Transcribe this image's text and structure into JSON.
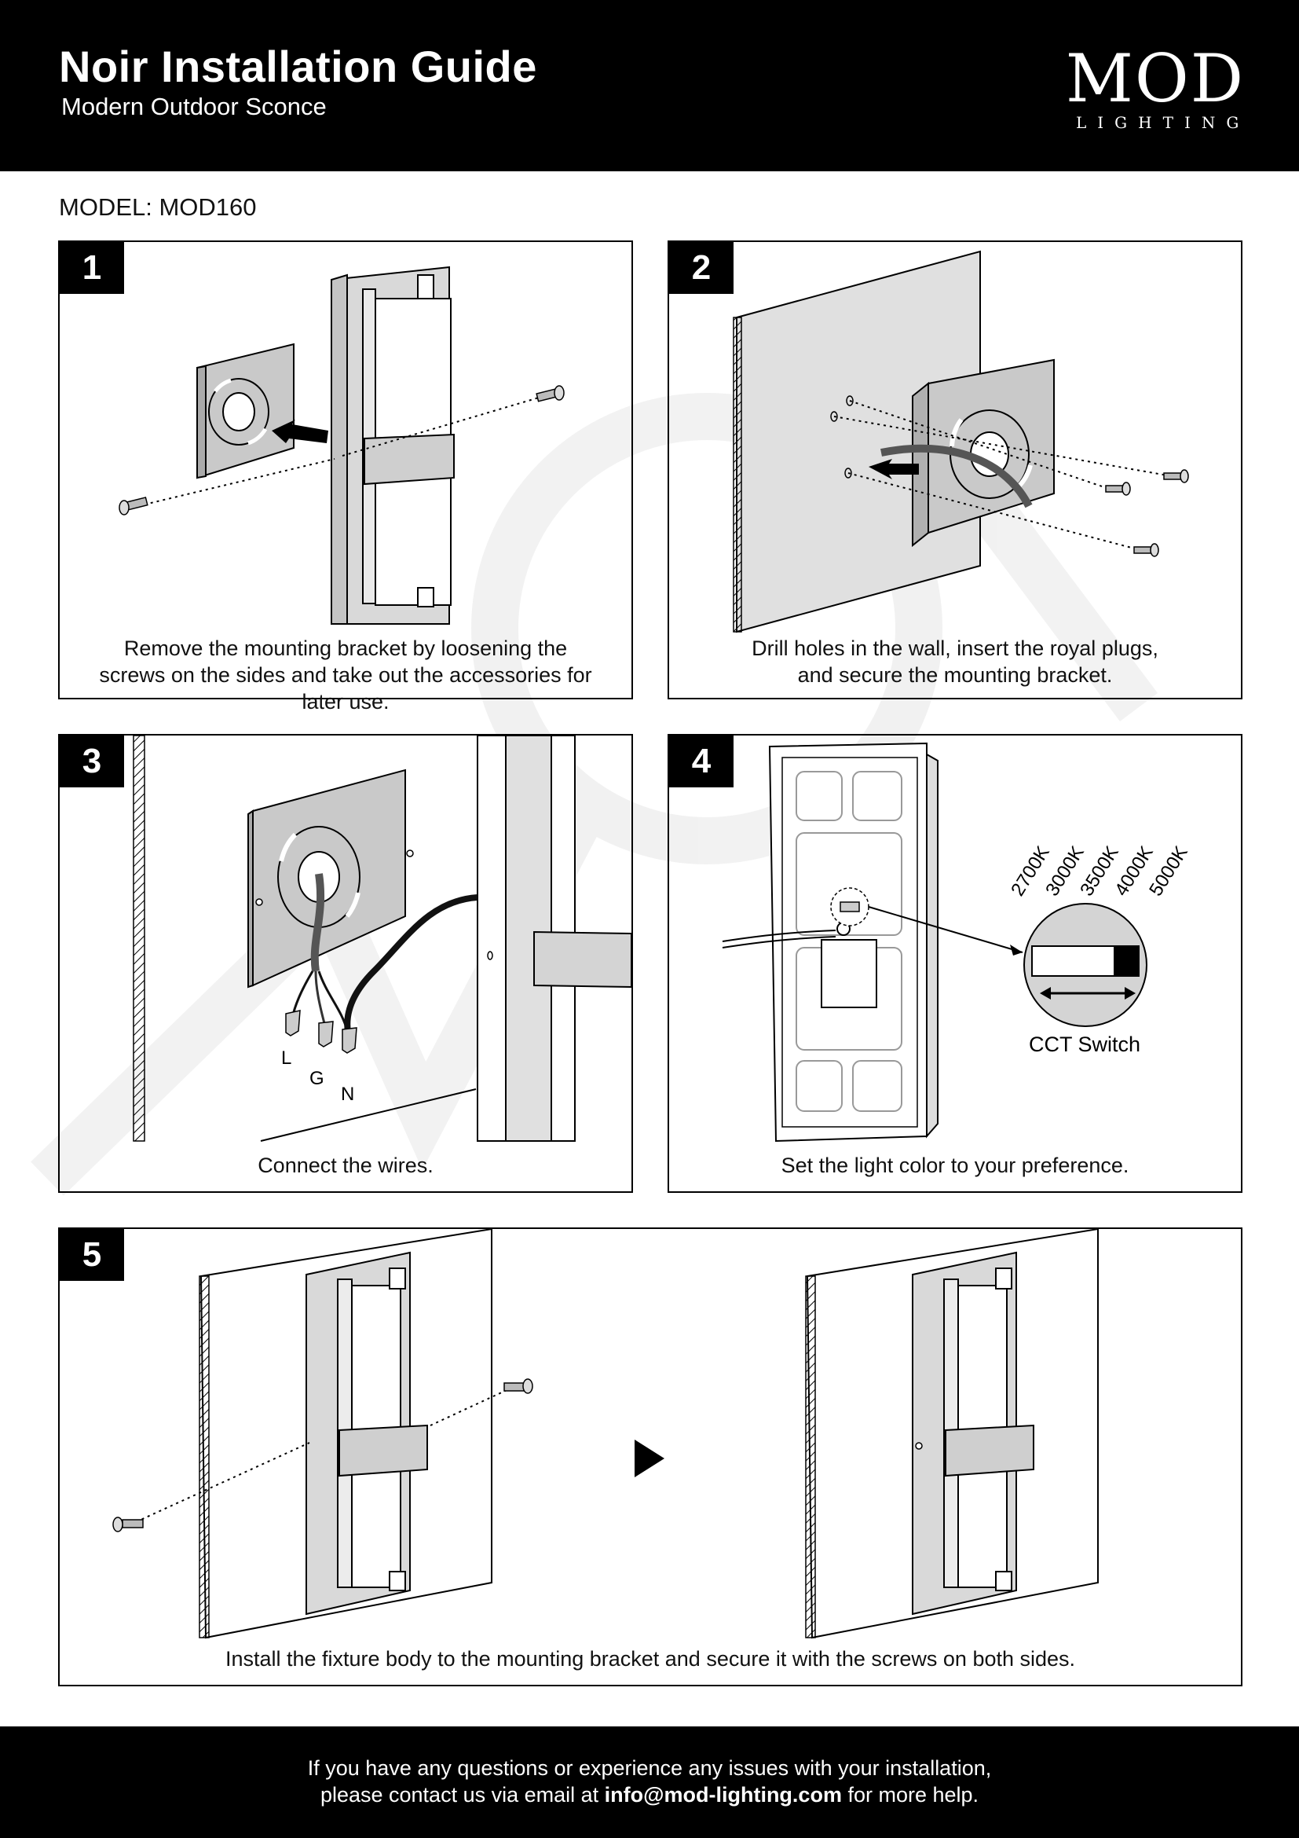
{
  "header": {
    "title": "Noir Installation Guide",
    "subtitle": "Modern Outdoor Sconce",
    "logo_main": "MOD",
    "logo_sub": "LIGHTING"
  },
  "model_label": "MODEL: MOD160",
  "steps": [
    {
      "number": "1",
      "caption": "Remove the mounting bracket by loosening the screws on the sides and take out the accessories for later use."
    },
    {
      "number": "2",
      "caption": "Drill holes in the wall, insert the royal plugs, and secure the mounting bracket."
    },
    {
      "number": "3",
      "caption": "Connect the wires.",
      "wire_labels": [
        "L",
        "G",
        "N"
      ]
    },
    {
      "number": "4",
      "caption": "Set the light color to your preference.",
      "cct_values": [
        "2700K",
        "3000K",
        "3500K",
        "4000K",
        "5000K"
      ],
      "switch_label": "CCT Switch"
    },
    {
      "number": "5",
      "caption": "Install the fixture body to the mounting bracket and secure it with the screws on both sides."
    }
  ],
  "footer": {
    "line1": "If you have any questions or experience any issues with your installation,",
    "line2_prefix": "please contact us via email at",
    "email": "info@mod-lighting.com",
    "line2_suffix": "for more help."
  },
  "colors": {
    "header_bg": "#000000",
    "panel_gray": "#d9d9d9",
    "bracket_gray": "#bdbdbd"
  }
}
